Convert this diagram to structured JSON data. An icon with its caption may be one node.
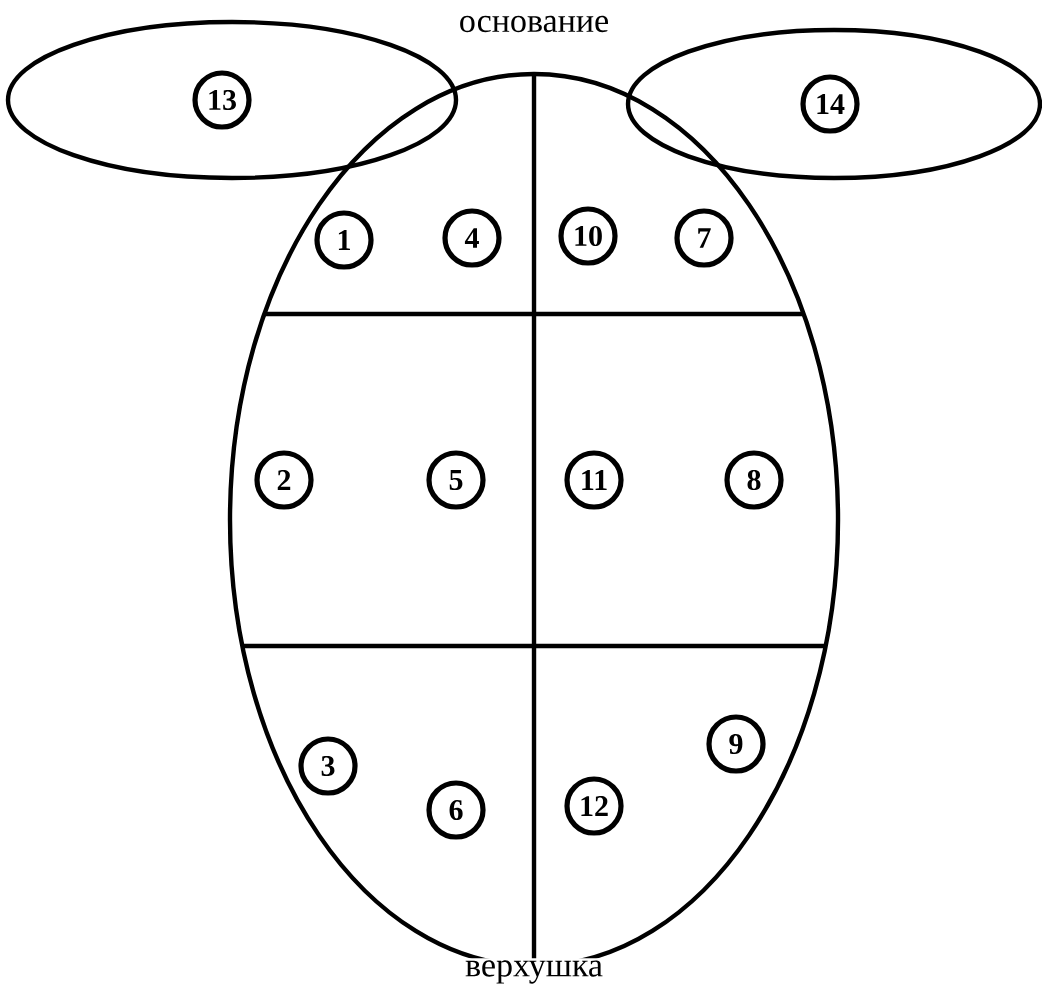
{
  "diagram": {
    "nodes": [
      {
        "text": [
          "13"
        ]
      },
      {
        "text": [
          "14"
        ]
      },
      {
        "text": [
          "1"
        ]
      },
      {
        "text": [
          "4"
        ]
      },
      {
        "text": [
          "10"
        ]
      },
      {
        "text": [
          "7"
        ]
      },
      {
        "text": [
          "2"
        ]
      },
      {
        "text": [
          "5"
        ]
      },
      {
        "text": [
          "11"
        ]
      },
      {
        "text": [
          "8"
        ]
      },
      {
        "text": [
          "3"
        ]
      },
      {
        "text": [
          "6"
        ]
      },
      {
        "text": [
          "12"
        ]
      },
      {
        "text": [
          "9"
        ]
      }
    ],
    "labels": [
      "основание",
      "верхушка"
    ]
  }
}
